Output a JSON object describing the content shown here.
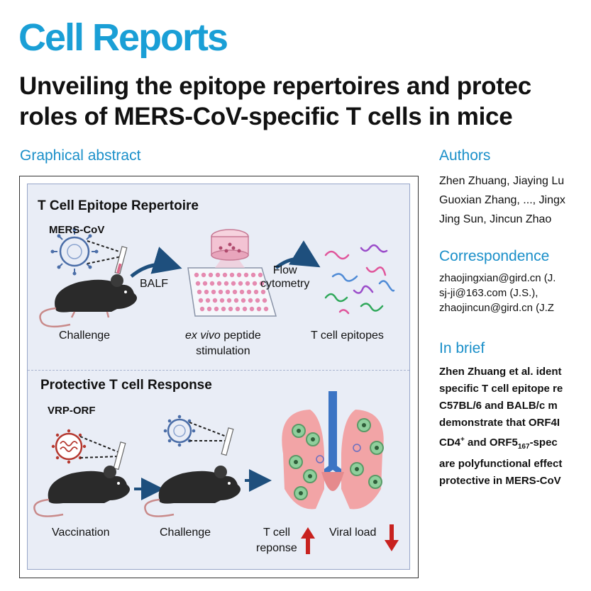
{
  "journal": "Cell Reports",
  "title_line1": "Unveiling the epitope repertoires and protec",
  "title_line2": "roles of MERS-CoV-specific T cells in mice",
  "graphical_abstract": {
    "heading": "Graphical abstract",
    "panel1": {
      "title": "T Cell Epitope Repertoire",
      "virus_label": "MERS-CoV",
      "balf_label": "BALF",
      "flow_label": "Flow\ncytometry",
      "cap_challenge": "Challenge",
      "cap_exvivo_italic": "ex vivo",
      "cap_exvivo_rest": " peptide",
      "cap_stimulation": "stimulation",
      "cap_epitopes": "T cell epitopes"
    },
    "panel2": {
      "title": "Protective T cell Response",
      "vrp_label": "VRP-ORF",
      "cap_vaccination": "Vaccination",
      "cap_challenge": "Challenge",
      "cap_tcell": "T cell\nreponse",
      "cap_viral": "Viral load"
    }
  },
  "authors": {
    "heading": "Authors",
    "lines": [
      "Zhen Zhuang, Jiaying Lu",
      "Guoxian Zhang, ..., Jingx",
      "Jing Sun, Jincun Zhao"
    ]
  },
  "correspondence": {
    "heading": "Correspondence",
    "lines": [
      "zhaojingxian@gird.cn (J.",
      "sj-ji@163.com (J.S.),",
      "zhaojincun@gird.cn (J.Z"
    ]
  },
  "in_brief": {
    "heading": "In brief",
    "lines": [
      "Zhen Zhuang et al. ident",
      "specific T cell epitope re",
      "C57BL/6 and BALB/c m",
      "demonstrate that ORF4I"
    ],
    "line5_a": "CD4",
    "line5_sup": "+",
    "line5_b": " and ORF5",
    "line5_sub": "167",
    "line5_c": "-spec",
    "line6": "are polyfunctional effect",
    "line7": "protective in MERS-CoV"
  },
  "colors": {
    "accent": "#1a9fd6",
    "panel_bg": "#e9edf6",
    "arrow": "#1e4f7d",
    "up": "#c8221f"
  }
}
